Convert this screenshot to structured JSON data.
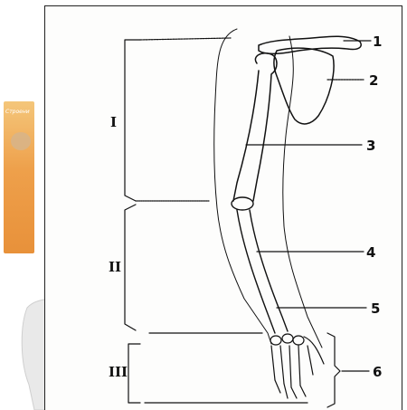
{
  "thumbnail": {
    "title": "Строени"
  },
  "labels": [
    "1",
    "2",
    "3",
    "4",
    "5",
    "6"
  ],
  "sections": [
    "I",
    "II",
    "III"
  ]
}
